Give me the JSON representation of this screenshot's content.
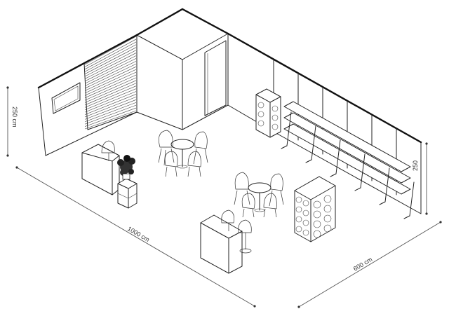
{
  "dimensions": {
    "length_label": "1000 cm",
    "depth_label": "600 cm",
    "height_left_label": "250 cm",
    "height_right_label": "250"
  }
}
